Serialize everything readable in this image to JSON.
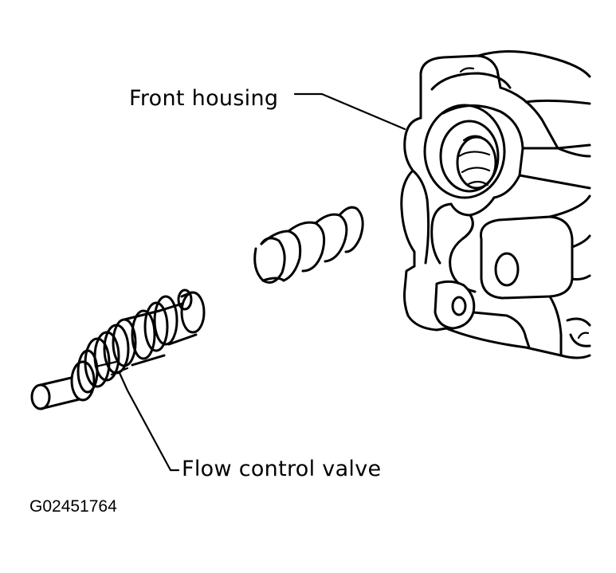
{
  "callouts": {
    "front_housing": "Front housing",
    "flow_control_valve": "Flow control valve"
  },
  "figure_code": "G02451764"
}
